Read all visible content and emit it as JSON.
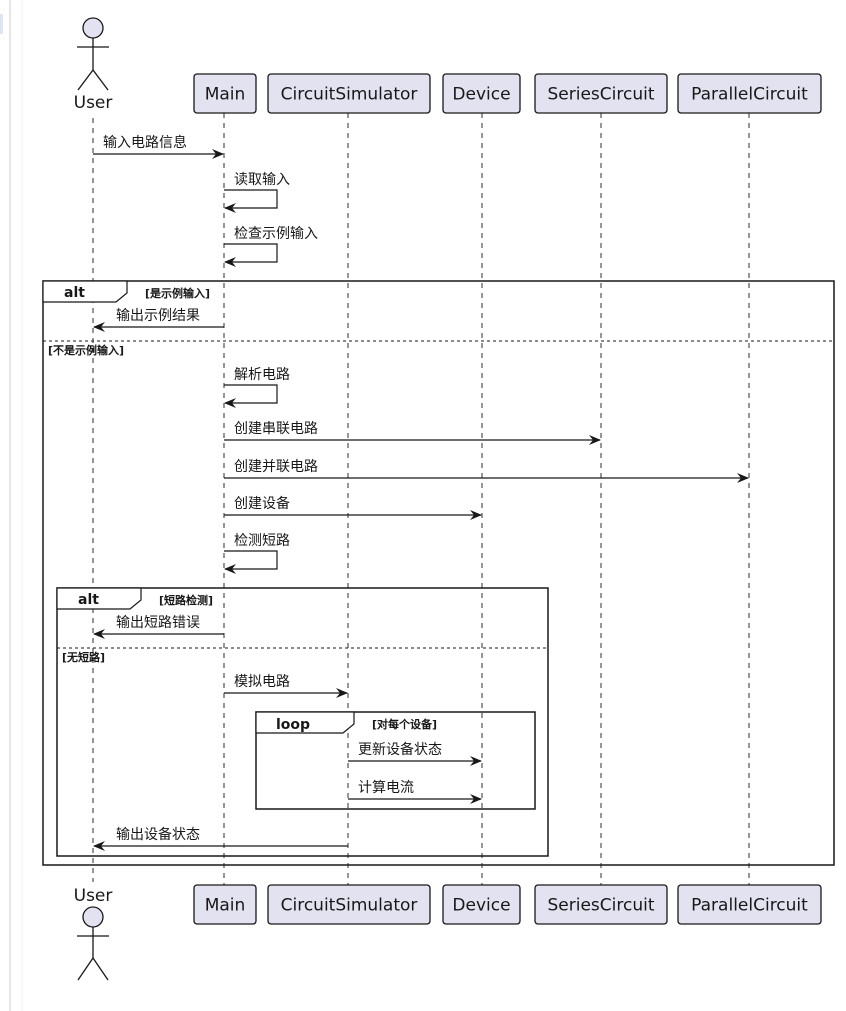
{
  "participants": [
    {
      "id": "user",
      "name": "User",
      "kind": "actor"
    },
    {
      "id": "main",
      "name": "Main",
      "kind": "participant"
    },
    {
      "id": "sim",
      "name": "CircuitSimulator",
      "kind": "participant"
    },
    {
      "id": "device",
      "name": "Device",
      "kind": "participant"
    },
    {
      "id": "series",
      "name": "SeriesCircuit",
      "kind": "participant"
    },
    {
      "id": "parallel",
      "name": "ParallelCircuit",
      "kind": "participant"
    }
  ],
  "messages": [
    {
      "id": "m1",
      "from": "user",
      "to": "main",
      "label": "输入电路信息"
    },
    {
      "id": "m2",
      "from": "main",
      "to": "main",
      "label": "读取输入"
    },
    {
      "id": "m3",
      "from": "main",
      "to": "main",
      "label": "检查示例输入"
    },
    {
      "id": "m4",
      "from": "main",
      "to": "user",
      "label": "输出示例结果"
    },
    {
      "id": "m5",
      "from": "main",
      "to": "main",
      "label": "解析电路"
    },
    {
      "id": "m6",
      "from": "main",
      "to": "series",
      "label": "创建串联电路"
    },
    {
      "id": "m7",
      "from": "main",
      "to": "parallel",
      "label": "创建并联电路"
    },
    {
      "id": "m8",
      "from": "main",
      "to": "device",
      "label": "创建设备"
    },
    {
      "id": "m9",
      "from": "main",
      "to": "main",
      "label": "检测短路"
    },
    {
      "id": "m10",
      "from": "main",
      "to": "user",
      "label": "输出短路错误"
    },
    {
      "id": "m11",
      "from": "main",
      "to": "sim",
      "label": "模拟电路"
    },
    {
      "id": "m12",
      "from": "sim",
      "to": "device",
      "label": "更新设备状态"
    },
    {
      "id": "m13",
      "from": "sim",
      "to": "device",
      "label": "计算电流"
    },
    {
      "id": "m14",
      "from": "sim",
      "to": "user",
      "label": "输出设备状态"
    }
  ],
  "fragments": [
    {
      "id": "alt1",
      "keyword": "alt",
      "guard": "[是示例输入]",
      "else_guard": "[不是示例输入]"
    },
    {
      "id": "alt2",
      "keyword": "alt",
      "guard": "[短路检测]",
      "else_guard": "[无短路]"
    },
    {
      "id": "loop1",
      "keyword": "loop",
      "guard": "[对每个设备]"
    }
  ],
  "colors": {
    "participant_fill": "#E2E2F0",
    "participant_border": "#181818",
    "line": "#181818",
    "lifeline": "#181818"
  }
}
